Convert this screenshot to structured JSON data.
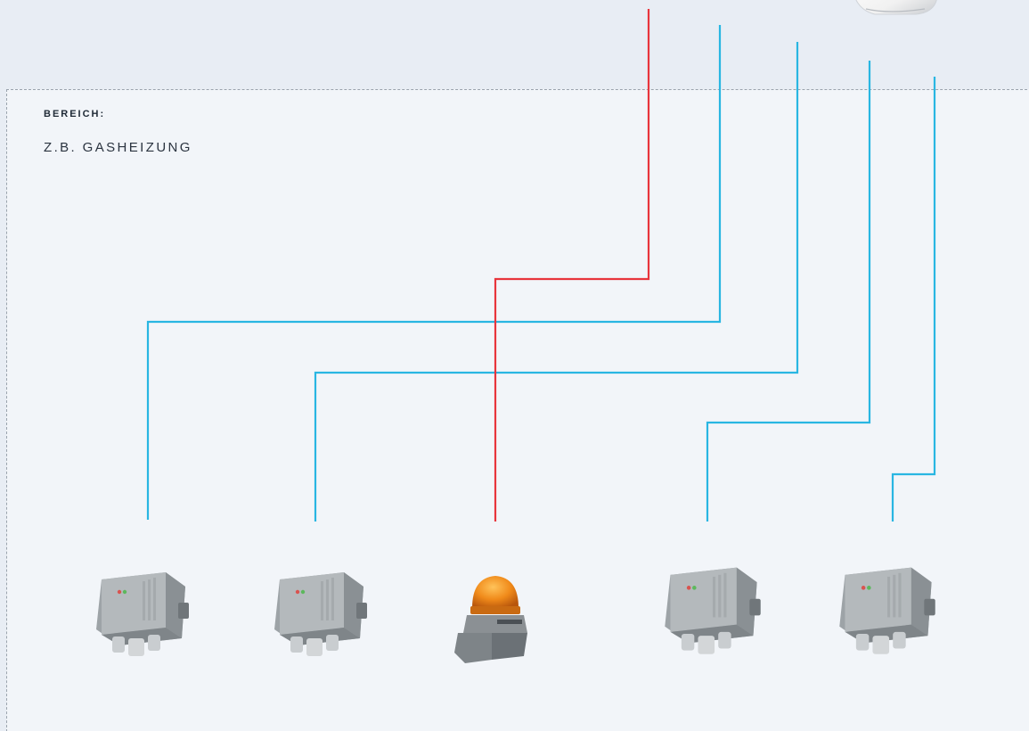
{
  "area": {
    "label": "BEREICH:",
    "value": "Z.B. GASHEIZUNG"
  },
  "colors": {
    "background_top": "#e8edf4",
    "panel": "#f2f5f9",
    "sensor_wire": "#29b6e2",
    "alarm_wire": "#e8353c",
    "dashed_border": "#9aa3ad"
  },
  "devices": [
    {
      "id": "gas-sensor-1",
      "type": "gas-sensor",
      "wire_color": "sensor"
    },
    {
      "id": "gas-sensor-2",
      "type": "gas-sensor",
      "wire_color": "sensor"
    },
    {
      "id": "warning-light",
      "type": "signal-beacon",
      "wire_color": "alarm"
    },
    {
      "id": "gas-sensor-3",
      "type": "gas-sensor",
      "wire_color": "sensor"
    },
    {
      "id": "gas-sensor-4",
      "type": "gas-sensor",
      "wire_color": "sensor"
    }
  ],
  "icons": {
    "sensor": "gas-sensor-box-icon",
    "beacon": "warning-beacon-icon",
    "controller": "controller-unit-icon"
  }
}
